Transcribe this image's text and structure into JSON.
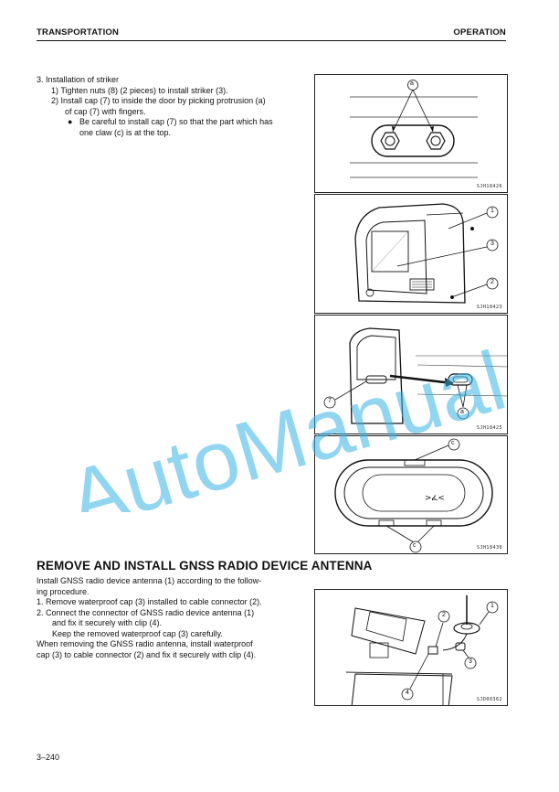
{
  "header": {
    "left": "TRANSPORTATION",
    "right": "OPERATION"
  },
  "striker": {
    "heading": "3.  Installation of striker",
    "step1": "1)  Tighten nuts (8) (2 pieces) to install striker (3).",
    "step2_line1": "2)  Install cap (7) to inside the door by picking protrusion (a)",
    "step2_line2": "of cap (7) with fingers.",
    "bullet_line1": "Be careful to install cap (7) so that the part which has",
    "bullet_line2": "one claw (c) is at the top."
  },
  "figures": [
    {
      "id": "SJH18426",
      "callouts": [
        "a"
      ]
    },
    {
      "id": "SJH18423",
      "callouts": [
        "1",
        "3",
        "2"
      ]
    },
    {
      "id": "SJH18425",
      "callouts": [
        "7",
        "a"
      ]
    },
    {
      "id": "SJH18430",
      "callouts": [
        "c",
        "c"
      ]
    },
    {
      "id": "SJD08362",
      "callouts": [
        "1",
        "2",
        "3",
        "4"
      ]
    }
  ],
  "gnss": {
    "title": "REMOVE AND INSTALL GNSS RADIO DEVICE ANTENNA",
    "intro_line1": "Install GNSS radio device antenna (1) according to the follow-",
    "intro_line2": "ing procedure.",
    "step1": "1.  Remove waterproof cap (3) installed to cable connector (2).",
    "step2_line1": "2.  Connect the connector of GNSS radio device antenna (1)",
    "step2_line2": "and fix it securely with clip (4).",
    "step2_line3": "Keep the removed waterproof cap (3) carefully.",
    "outro_line1": "When removing the GNSS radio antenna, install waterproof",
    "outro_line2": "cap (3) to cable connector (2) and fix it securely with clip (4)."
  },
  "page_number": "3–240",
  "watermark": "AutoManual",
  "colors": {
    "watermark": "#36b3e6",
    "text": "#111111"
  }
}
